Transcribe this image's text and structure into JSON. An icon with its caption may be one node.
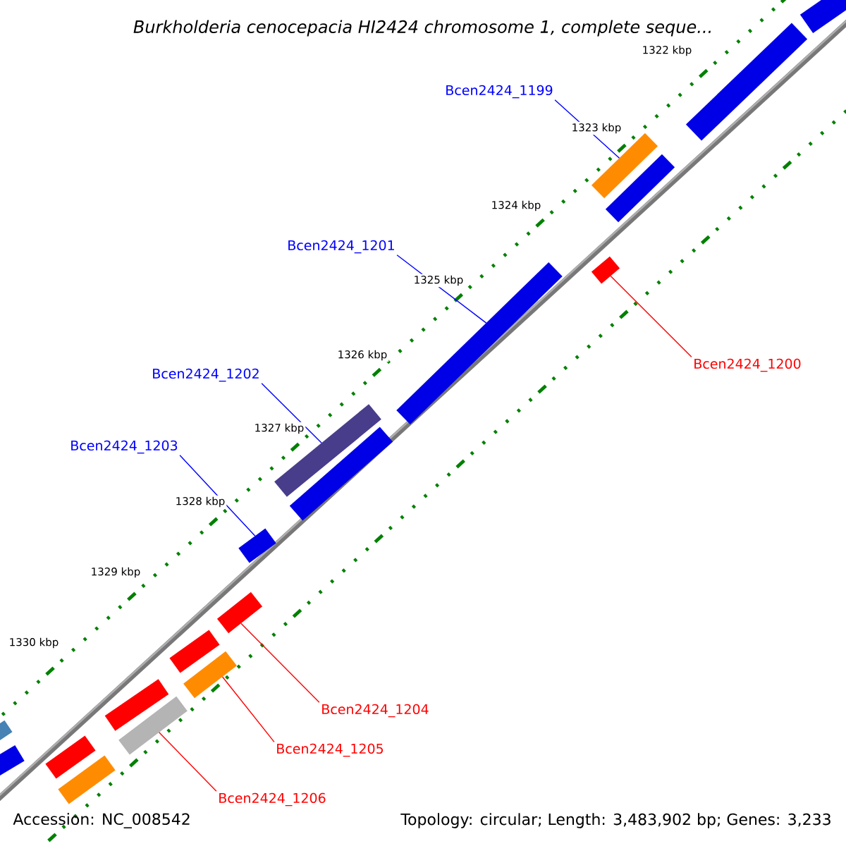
{
  "diagram": {
    "title": "Burkholderia cenocepacia HI2424 chromosome 1, complete seque...",
    "nodes": [
      {
        "text": [
          "Bcen2424_1199"
        ]
      },
      {
        "text": [
          "Bcen2424_1201"
        ]
      },
      {
        "text": [
          "Bcen2424_1200"
        ]
      },
      {
        "text": [
          "Bcen2424_1202"
        ]
      },
      {
        "text": [
          "Bcen2424_1203"
        ]
      },
      {
        "text": [
          "Bcen2424_1204"
        ]
      },
      {
        "text": [
          "Bcen2424_1205"
        ]
      },
      {
        "text": [
          "Bcen2424_1206"
        ]
      },
      {
        "text": [],
        "shape": "bar"
      },
      {
        "text": [],
        "shape": "bar"
      },
      {
        "text": [],
        "shape": "bar"
      },
      {
        "text": [],
        "shape": "bar"
      },
      {
        "text": [],
        "shape": "bar"
      },
      {
        "text": [],
        "shape": "bar"
      },
      {
        "text": [],
        "shape": "bar"
      },
      {
        "text": [],
        "shape": "bar"
      },
      {
        "text": [],
        "shape": "bar"
      },
      {
        "text": [],
        "shape": "bar"
      },
      {
        "text": [],
        "shape": "bar"
      },
      {
        "text": [],
        "shape": "bar"
      },
      {
        "text": [],
        "shape": "bar"
      },
      {
        "text": [],
        "shape": "bar"
      },
      {
        "text": [],
        "shape": "bar"
      },
      {
        "text": [],
        "shape": "bar"
      },
      {
        "text": [],
        "shape": "bar"
      },
      {
        "text": [],
        "shape": "bar"
      }
    ],
    "edges": [
      {
        "from": 0,
        "to": 8,
        "arrow": "none"
      },
      {
        "from": 1,
        "to": 9,
        "arrow": "none"
      },
      {
        "from": 2,
        "to": 10,
        "arrow": "none",
        "color": "#ff0000"
      },
      {
        "from": 3,
        "to": 11,
        "arrow": "none"
      },
      {
        "from": 4,
        "to": 12,
        "arrow": "none"
      },
      {
        "from": 5,
        "to": 13,
        "arrow": "none",
        "color": "#ff0000"
      },
      {
        "from": 6,
        "to": 14,
        "arrow": "none",
        "color": "#ff0000"
      },
      {
        "from": 7,
        "to": 15,
        "arrow": "none",
        "color": "#ff0000"
      }
    ],
    "labels": [
      "1322 kbp",
      "1323 kbp",
      "1324 kbp",
      "1325 kbp",
      "1326 kbp",
      "1327 kbp",
      "1328 kbp",
      "1329 kbp",
      "1330 kbp",
      "Accession: NC_008542",
      "Topology: circular; Length: 3,483,902 bp; Genes: 3,233"
    ]
  }
}
